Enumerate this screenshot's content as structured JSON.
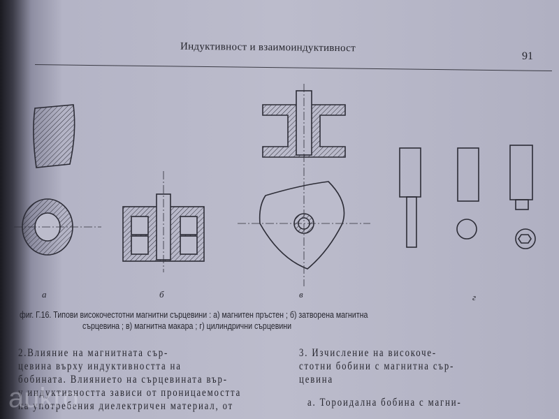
{
  "header": {
    "title": "Индуктивност и взаимоиндуктивност",
    "page_number": "91"
  },
  "figure": {
    "labels": [
      "а",
      "б",
      "в",
      "г"
    ],
    "caption": [
      "фиг. Г.16. Типови високочестотни  магнитни сърцевини : а) магнитен пръстен ; б) затворена магнитна",
      "сърцевина ;  в) магнитна макара ; г) цилиндрични  сърцевини"
    ]
  },
  "left_column": {
    "lines": [
      "2.Влияние на магнитната сър-",
      "цевина върху индуктивността на",
      "бобината. Влиянието на сърцевината вър-",
      "у индуктивността зависи от проницаемостта",
      "на употребения диелектричен материал, от"
    ]
  },
  "right_column": {
    "lines": [
      "3. Изчисление на високоче-",
      "стотни бобини с магнитна сър-",
      "цевина",
      "а. Тороидална бобина с магни-"
    ]
  },
  "watermark": "aukro"
}
